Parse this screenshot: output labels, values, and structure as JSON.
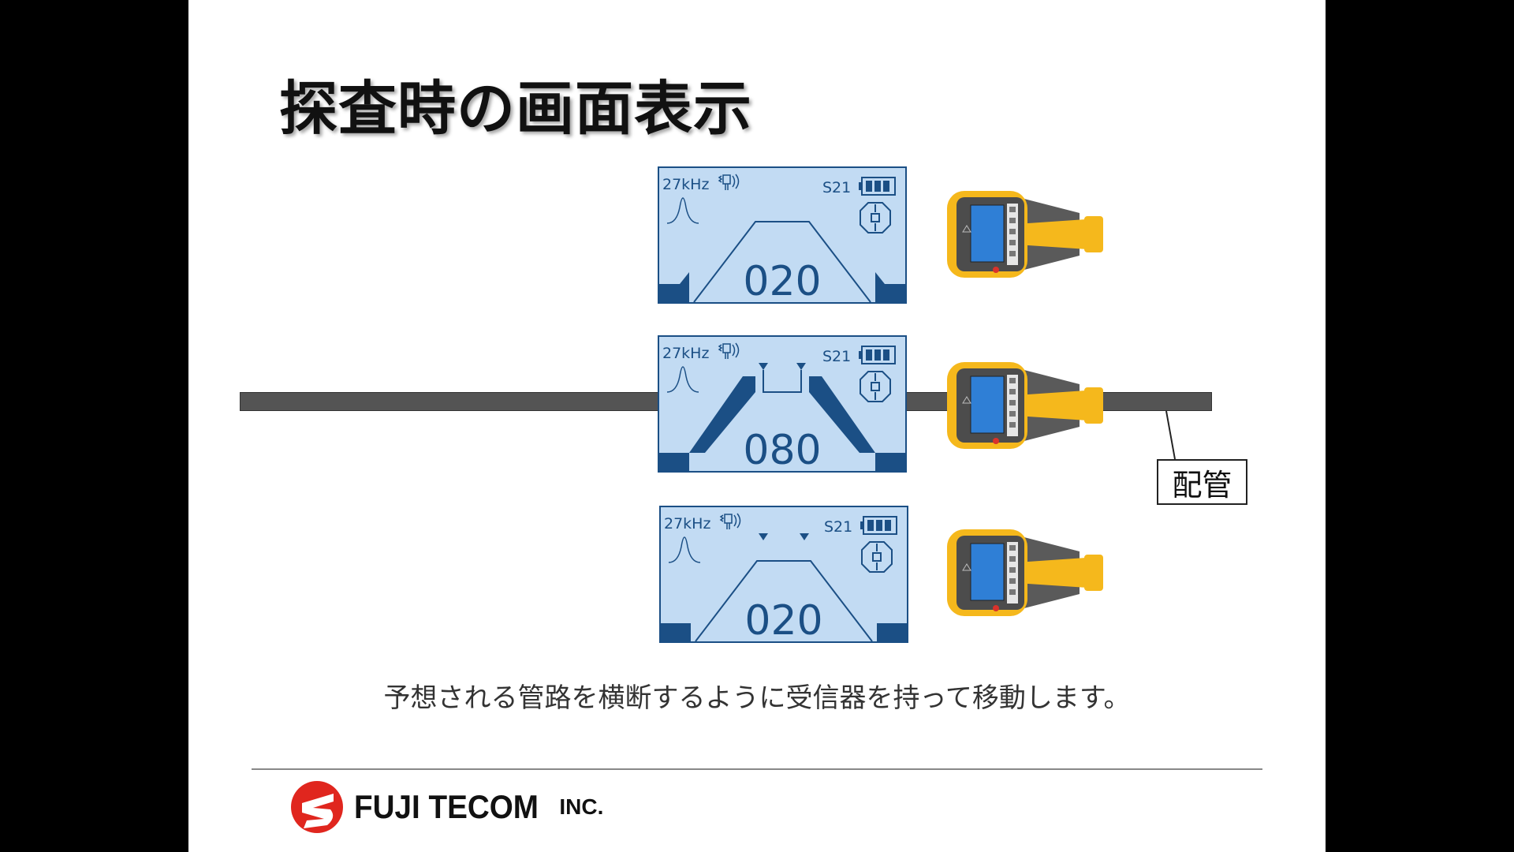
{
  "title": "探査時の画面表示",
  "screens": [
    {
      "freq": "27kHz",
      "signal": "S21",
      "value": "020"
    },
    {
      "freq": "27kHz",
      "signal": "S21",
      "value": "080"
    },
    {
      "freq": "27kHz",
      "signal": "S21",
      "value": "020"
    }
  ],
  "callout_label": "配管",
  "caption": "予想される管路を横断するように受信器を持って移動します。",
  "logo": {
    "name": "FUJI TECOM",
    "suffix": "INC."
  },
  "colors": {
    "lcd_bg": "#c2dbf3",
    "lcd_dark": "#1b4f85",
    "device_yellow": "#f5b81c",
    "pipe": "#545454"
  },
  "icons": [
    "antenna-icon",
    "battery-icon",
    "peak-waveform-icon",
    "compass-icon"
  ]
}
